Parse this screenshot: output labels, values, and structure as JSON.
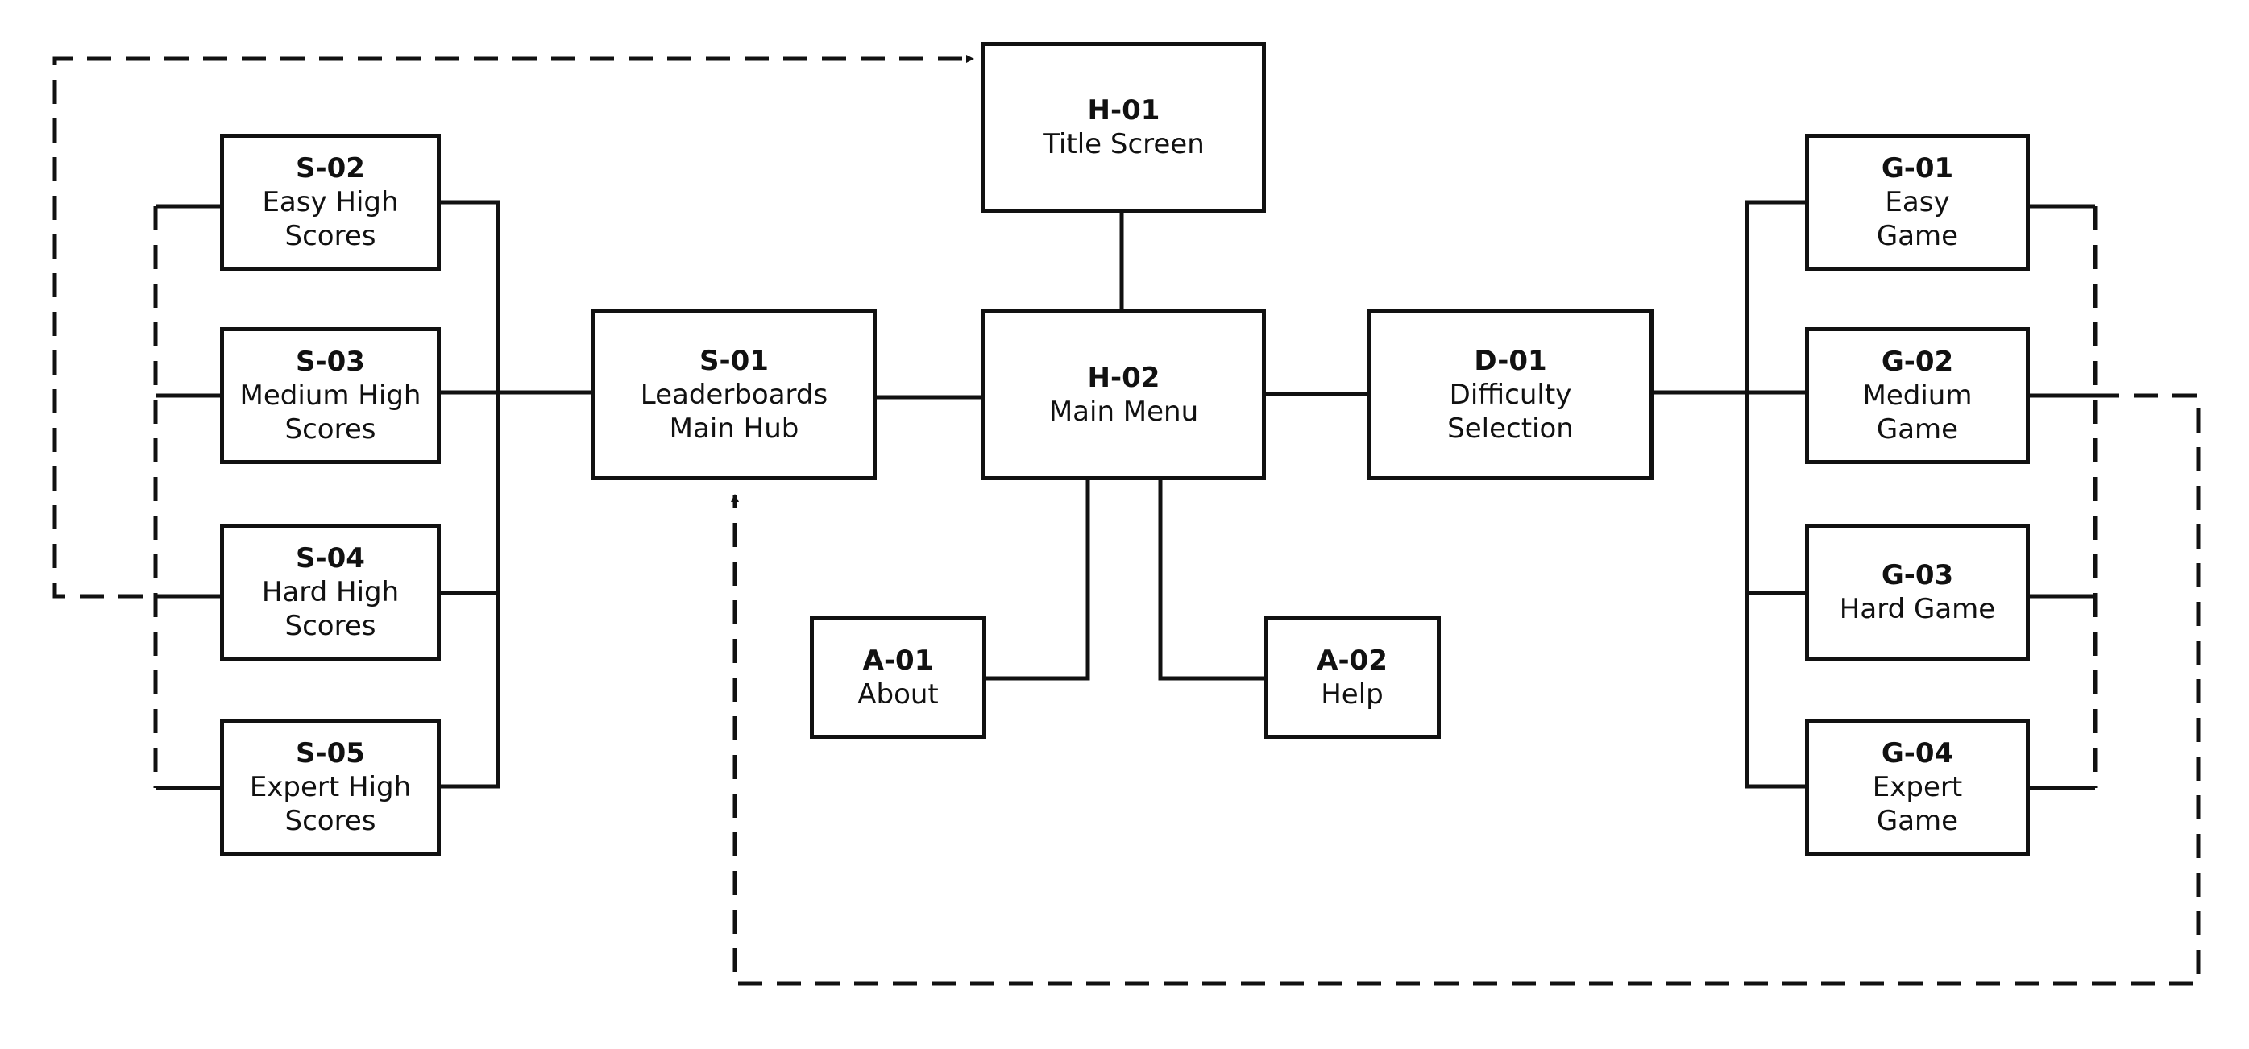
{
  "nodes": {
    "h01": {
      "code": "H-01",
      "name": "Title Screen"
    },
    "h02": {
      "code": "H-02",
      "name": "Main Menu"
    },
    "s01": {
      "code": "S-01",
      "name": "Leaderboards\nMain Hub"
    },
    "s02": {
      "code": "S-02",
      "name": "Easy High\nScores"
    },
    "s03": {
      "code": "S-03",
      "name": "Medium High\nScores"
    },
    "s04": {
      "code": "S-04",
      "name": "Hard High\nScores"
    },
    "s05": {
      "code": "S-05",
      "name": "Expert High\nScores"
    },
    "d01": {
      "code": "D-01",
      "name": "Difficulty\nSelection"
    },
    "g01": {
      "code": "G-01",
      "name": "Easy\nGame"
    },
    "g02": {
      "code": "G-02",
      "name": "Medium\nGame"
    },
    "g03": {
      "code": "G-03",
      "name": "Hard Game"
    },
    "g04": {
      "code": "G-04",
      "name": "Expert\nGame"
    },
    "a01": {
      "code": "A-01",
      "name": "About"
    },
    "a02": {
      "code": "A-02",
      "name": "Help"
    }
  },
  "edges": [
    {
      "from": "H-01",
      "to": "H-02",
      "style": "solid"
    },
    {
      "from": "H-02",
      "to": "S-01",
      "style": "solid"
    },
    {
      "from": "H-02",
      "to": "D-01",
      "style": "solid"
    },
    {
      "from": "H-02",
      "to": "A-01",
      "style": "solid"
    },
    {
      "from": "H-02",
      "to": "A-02",
      "style": "solid"
    },
    {
      "from": "S-01",
      "to": "S-02",
      "style": "solid"
    },
    {
      "from": "S-01",
      "to": "S-03",
      "style": "solid"
    },
    {
      "from": "S-01",
      "to": "S-04",
      "style": "solid"
    },
    {
      "from": "S-01",
      "to": "S-05",
      "style": "solid"
    },
    {
      "from": "D-01",
      "to": "G-01",
      "style": "solid"
    },
    {
      "from": "D-01",
      "to": "G-02",
      "style": "solid"
    },
    {
      "from": "D-01",
      "to": "G-03",
      "style": "solid"
    },
    {
      "from": "D-01",
      "to": "G-04",
      "style": "solid"
    },
    {
      "from": "S-02",
      "to": "H-01",
      "style": "dashed"
    },
    {
      "from": "S-03",
      "to": "H-01",
      "style": "dashed"
    },
    {
      "from": "S-04",
      "to": "H-01",
      "style": "dashed"
    },
    {
      "from": "S-05",
      "to": "H-01",
      "style": "dashed"
    },
    {
      "from": "G-01",
      "to": "S-01",
      "style": "dashed"
    },
    {
      "from": "G-02",
      "to": "S-01",
      "style": "dashed"
    },
    {
      "from": "G-03",
      "to": "S-01",
      "style": "dashed"
    },
    {
      "from": "G-04",
      "to": "S-01",
      "style": "dashed"
    }
  ],
  "colors": {
    "ink": "#111111",
    "background": "#ffffff"
  }
}
